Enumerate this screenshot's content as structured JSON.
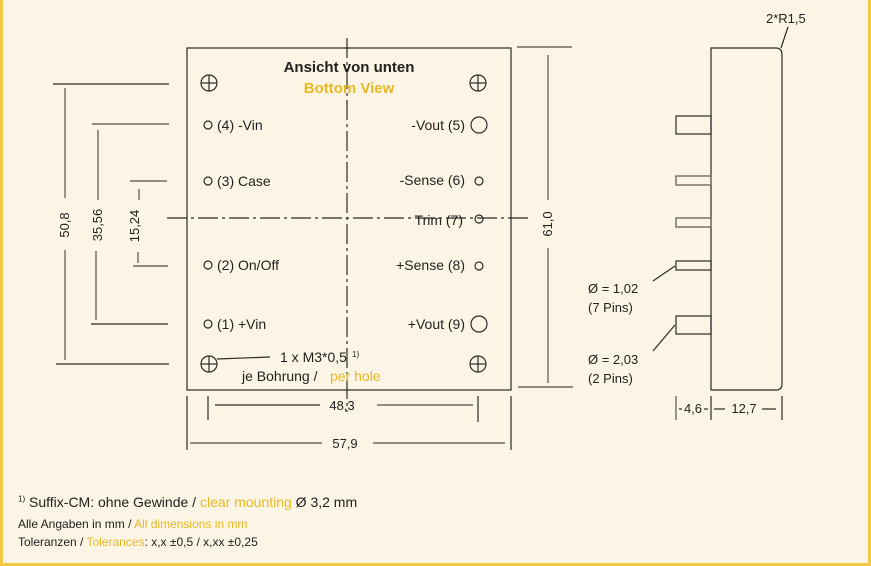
{
  "colors": {
    "accent_yellow": "#e8b923",
    "background": "#fcf5e5",
    "frame": "#f1c842",
    "line": "#2b2a26"
  },
  "bottom_view": {
    "title_de": "Ansicht von unten",
    "title_en": "Bottom View",
    "pins_left": [
      {
        "label": "(4) -Vin"
      },
      {
        "label": "(3) Case"
      },
      {
        "label": "(2) On/Off"
      },
      {
        "label": "(1) +Vin"
      }
    ],
    "pins_right": [
      {
        "label": "-Vout (5)"
      },
      {
        "label": "-Sense (6)"
      },
      {
        "label": "Trim (7)"
      },
      {
        "label": "+Sense (8)"
      },
      {
        "label": "+Vout (9)"
      }
    ],
    "mount_note": "1 x M3*0,5",
    "mount_note_sup": "1)",
    "per_hole_de": "je Bohrung /",
    "per_hole_en": "per hole"
  },
  "dimensions": {
    "width_inner": "48,3",
    "width_outer": "57,9",
    "height_50": "50,8",
    "height_35": "35,56",
    "height_15": "15,24",
    "height_total": "61,0",
    "radius": "2*R1,5",
    "pin_small_dia": "Ø = 1,02",
    "pin_small_count": "(7 Pins)",
    "pin_large_dia": "Ø = 2,03",
    "pin_large_count": "(2 Pins)",
    "pin_length": "4,6",
    "depth": "12,7"
  },
  "footnotes": {
    "note1_sup": "1)",
    "note1_de": "Suffix-CM: ohne Gewinde /",
    "note1_en": "clear mounting",
    "note1_tail": "Ø 3,2 mm",
    "units_de": "Alle Angaben in mm /",
    "units_en": "All dimensions in mm",
    "tol_de": "Toleranzen /",
    "tol_en": "Tolerances",
    "tol_tail": ": x,x ±0,5 / x,xx ±0,25"
  }
}
